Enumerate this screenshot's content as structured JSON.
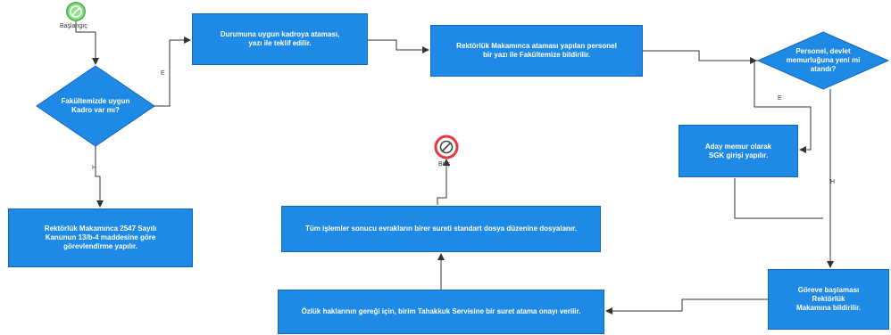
{
  "start": {
    "label": "Başlangıç"
  },
  "end": {
    "label": "Bitiş"
  },
  "nodes": {
    "d1": "Fakültemizde uygun\nKadro var mı?",
    "p1": "Durumuna uygun kadroya ataması,\nyazı ile teklif edilir.",
    "p2": "Rektörlük Makamınca ataması yapılan personel\nbir yazı ile Fakültemize bildirilir.",
    "d2": "Personel, devlet\nmemurluğuna yeni mi\natandı?",
    "p3": "Aday memur olarak\nSGK girişi yapılır.",
    "p4": "Rektörlük Makamınca 2547 Sayılı\nKanunun 13/b-4 maddesine göre\ngörevlendirme yapılır.",
    "p5": "Göreve başlaması\nRektörlük\nMakamına bildirilir.",
    "p6": "Özlük haklarının gereği için, birim Tahakkuk Servisine bir suret atama onayı verilir.",
    "p7": "Tüm işlemler sonucu evrakların birer sureti standart dosya düzenine dosyalanır."
  },
  "edge_labels": {
    "d1_yes": "E",
    "d1_no": "H",
    "d2_yes": "E",
    "d2_no": "H"
  },
  "colors": {
    "box_fill": "#1f8ae6",
    "box_border": "#1565b8",
    "start_fill": "#8ee08a",
    "end_ring": "#e23b3b",
    "line": "#333333"
  }
}
